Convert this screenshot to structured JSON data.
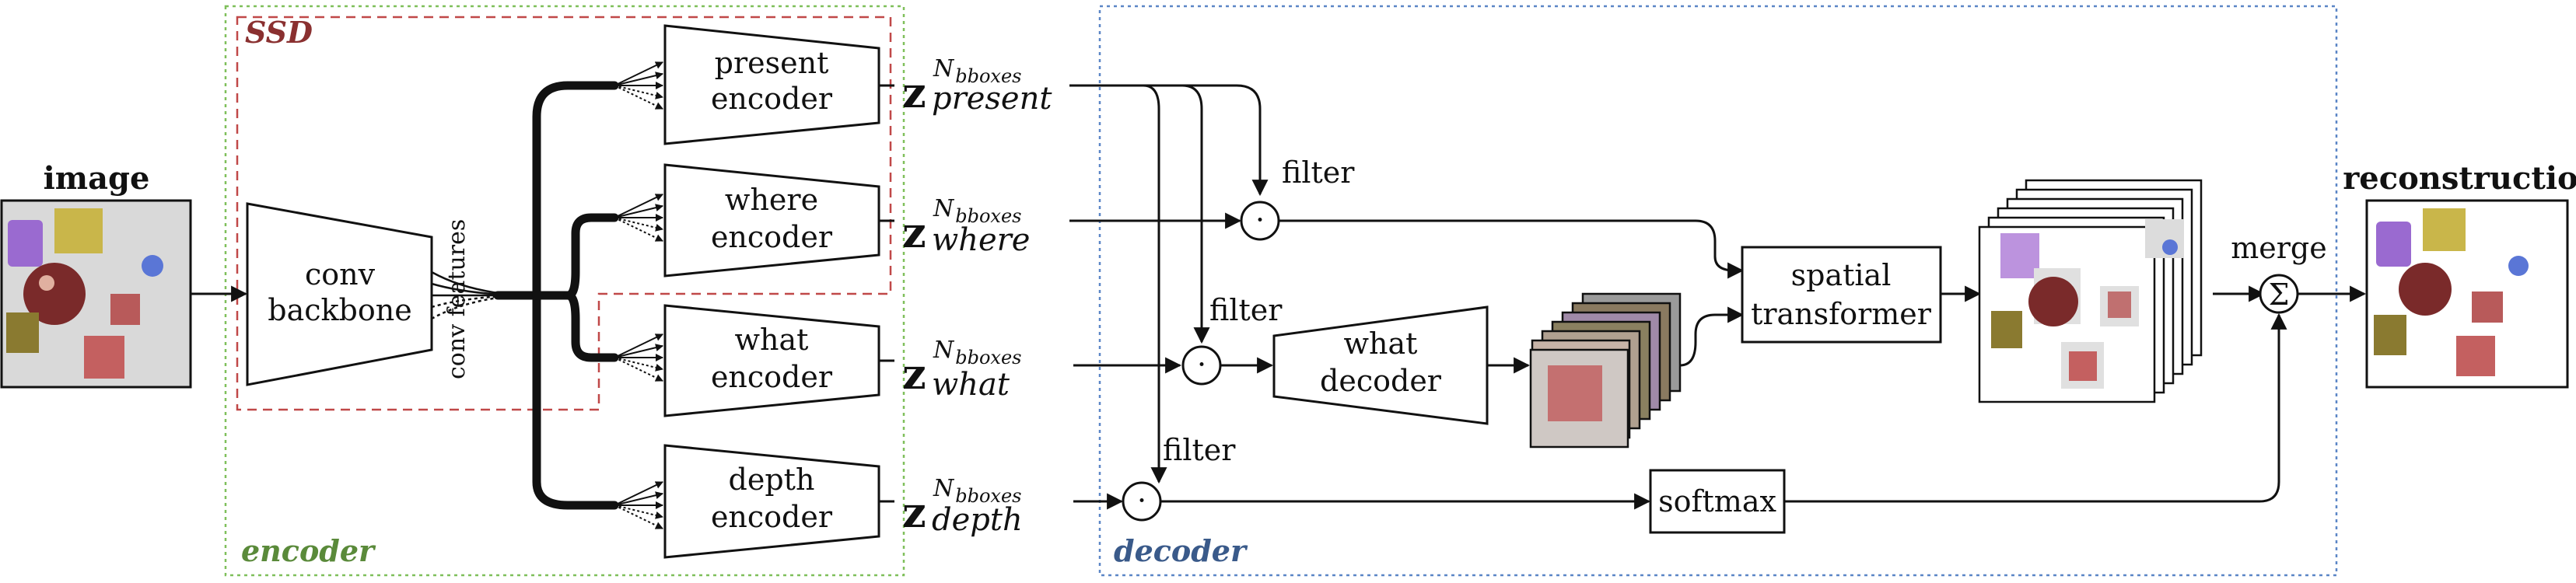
{
  "colors": {
    "encoder_frame": "#7fbf5a",
    "decoder_frame": "#5b86c6",
    "ssd_frame": "#c04848",
    "encoder_label": "#5a8a3a",
    "decoder_label": "#3a5a8a",
    "ssd_label": "#8a3030",
    "ink": "#111111",
    "cube_red": "#c46060",
    "cube_purple": "#9a6ad0",
    "cube_gold": "#c9b64a",
    "sphere": "#7a2a2a",
    "sphere_blue": "#5a76d6"
  },
  "labels": {
    "image": "image",
    "reconstruction": "reconstruction",
    "encoder": "encoder",
    "decoder": "decoder",
    "ssd": "SSD",
    "conv_backbone_1": "conv",
    "conv_backbone_2": "backbone",
    "conv_features": "conv features",
    "present_1": "present",
    "present_2": "encoder",
    "where_1": "where",
    "where_2": "encoder",
    "what_1": "what",
    "what_2": "encoder",
    "depth_1": "depth",
    "depth_2": "encoder",
    "what_dec_1": "what",
    "what_dec_2": "decoder",
    "spatial_1": "spatial",
    "spatial_2": "transformer",
    "softmax": "softmax",
    "merge": "merge",
    "filter_1": "filter",
    "filter_2": "filter",
    "filter_3": "filter",
    "z_letter": "z",
    "sup_nbboxes": "N",
    "sup_sub": "bboxes",
    "sub_present": "present",
    "sub_where": "where",
    "sub_what": "what",
    "sub_depth": "depth",
    "dot": "·",
    "sigma": "Σ"
  }
}
